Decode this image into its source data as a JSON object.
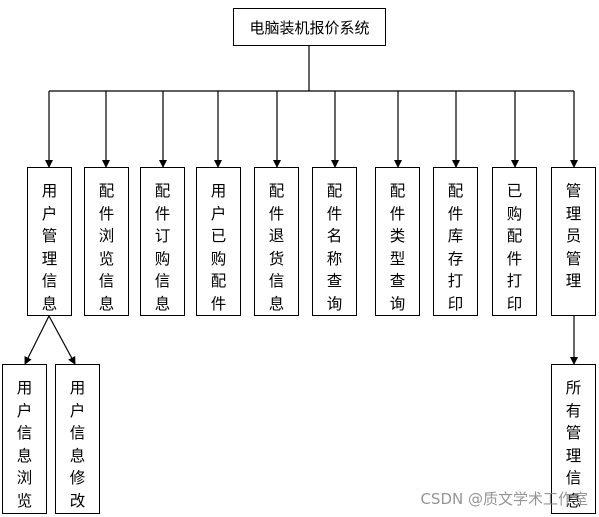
{
  "diagram": {
    "root": "电脑装机报价系统",
    "modules": [
      "用户管理信息",
      "配件浏览信息",
      "配件订购信息",
      "用户已购配件",
      "配件退货信息",
      "配件名称查询",
      "配件类型查询",
      "配件库存打印",
      "已购配件打印",
      "管理员管理"
    ],
    "user_submodules": [
      "用户信息浏览",
      "用户信息修改"
    ],
    "admin_submodules": [
      "所有管理信息"
    ]
  },
  "watermark": "CSDN @质文学术工作室",
  "colors": {
    "line": "#000000",
    "watermark": "#828282"
  }
}
